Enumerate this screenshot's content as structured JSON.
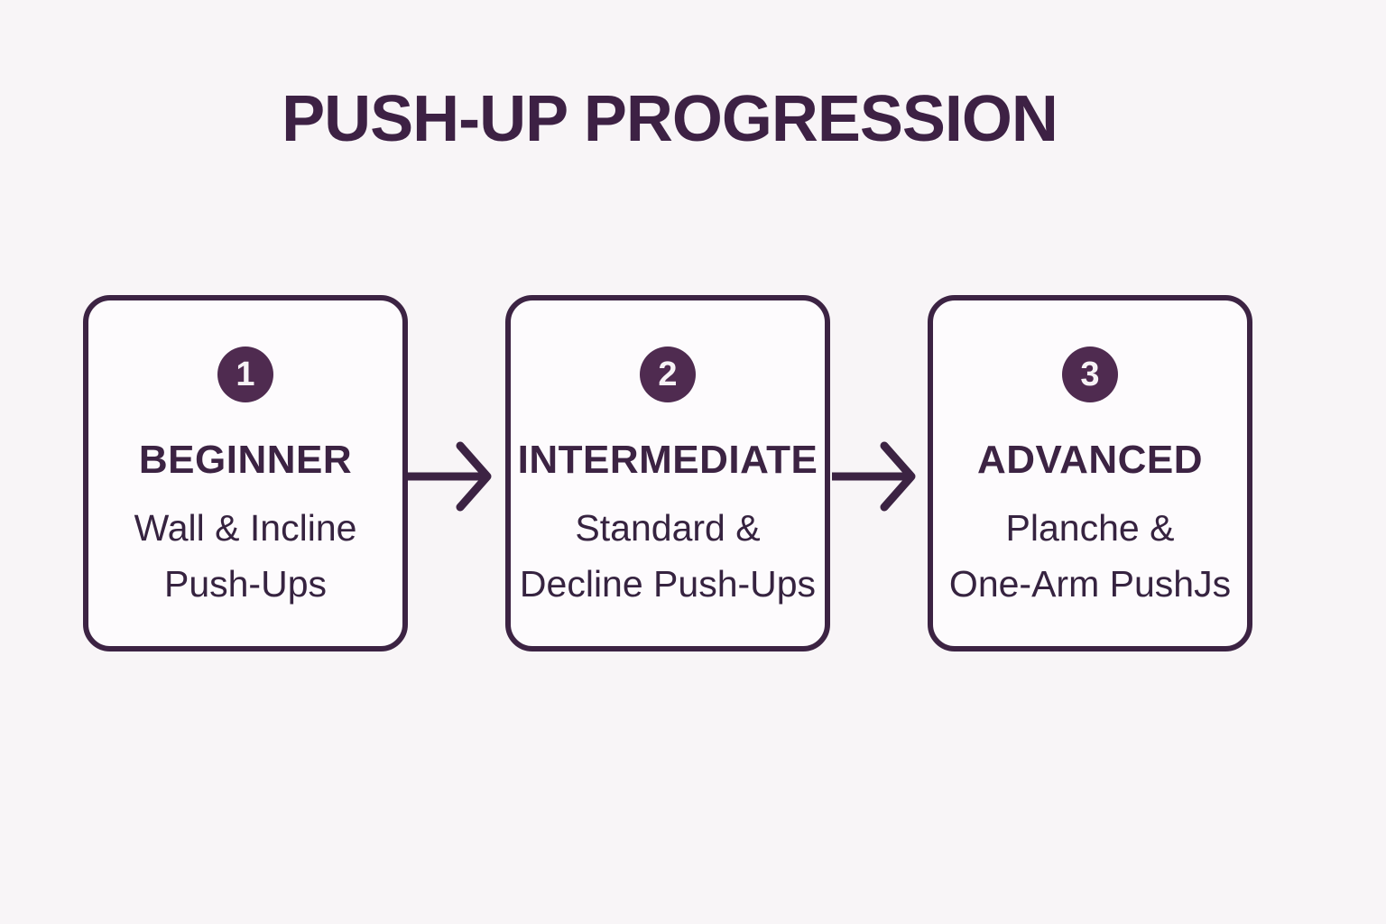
{
  "title": "PUSH-UP PROGRESSION",
  "colors": {
    "background": "#f8f5f7",
    "card_fill": "#fdfbfd",
    "outline_and_text": "#3c2343",
    "title_text": "#3d2144",
    "badge_fill": "#4f2b50",
    "badge_number": "#f7f3f6",
    "description_text": "#362340"
  },
  "steps": [
    {
      "number": "1",
      "level": "BEGINNER",
      "desc_line1": "Wall & Incline",
      "desc_line2": "Push-Ups"
    },
    {
      "number": "2",
      "level": "INTERMEDIATE",
      "desc_line1": "Standard &",
      "desc_line2": "Decline Push-Ups"
    },
    {
      "number": "3",
      "level": "ADVANCED",
      "desc_line1": "Planche &",
      "desc_line2": "One-Arm PushJs"
    }
  ]
}
